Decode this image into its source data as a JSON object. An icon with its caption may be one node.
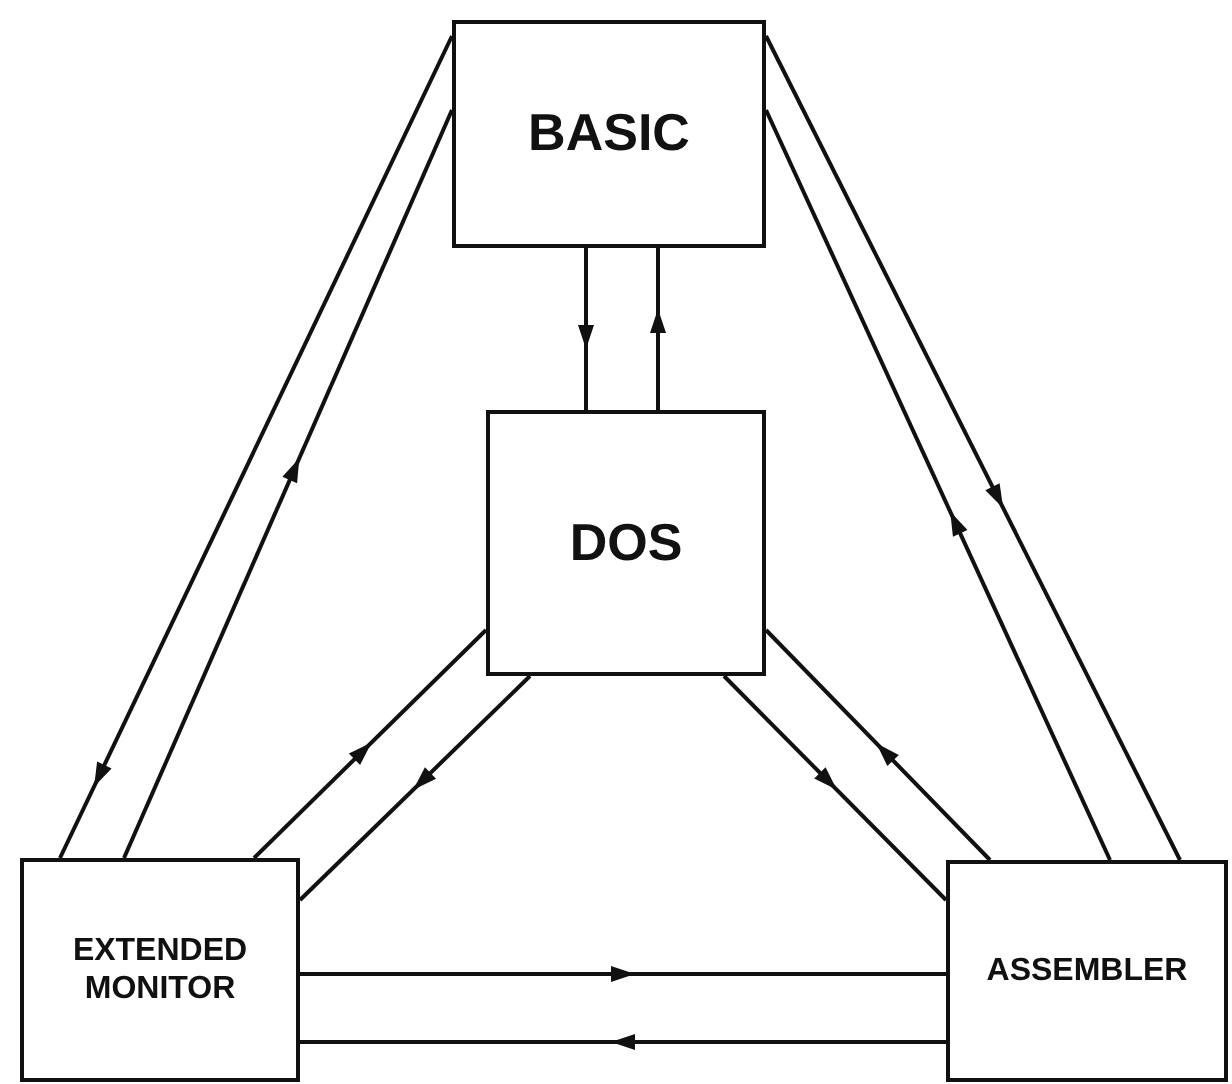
{
  "diagram": {
    "nodes": [
      {
        "text": [
          "BASIC"
        ]
      },
      {
        "text": [
          "DOS"
        ]
      },
      {
        "text": [
          "EXTENDED MONITOR"
        ]
      },
      {
        "text": [
          "ASSEMBLER"
        ]
      }
    ],
    "edges": [
      {
        "from": 0,
        "to": 1,
        "arrow": "to"
      },
      {
        "from": 1,
        "to": 0,
        "arrow": "to"
      },
      {
        "from": 0,
        "to": 2,
        "arrow": "to"
      },
      {
        "from": 2,
        "to": 0,
        "arrow": "to"
      },
      {
        "from": 0,
        "to": 3,
        "arrow": "to"
      },
      {
        "from": 3,
        "to": 0,
        "arrow": "to"
      },
      {
        "from": 2,
        "to": 1,
        "arrow": "to"
      },
      {
        "from": 1,
        "to": 2,
        "arrow": "to"
      },
      {
        "from": 3,
        "to": 1,
        "arrow": "to"
      },
      {
        "from": 1,
        "to": 3,
        "arrow": "to"
      },
      {
        "from": 2,
        "to": 3,
        "arrow": "to"
      },
      {
        "from": 3,
        "to": 2,
        "arrow": "to"
      }
    ]
  }
}
